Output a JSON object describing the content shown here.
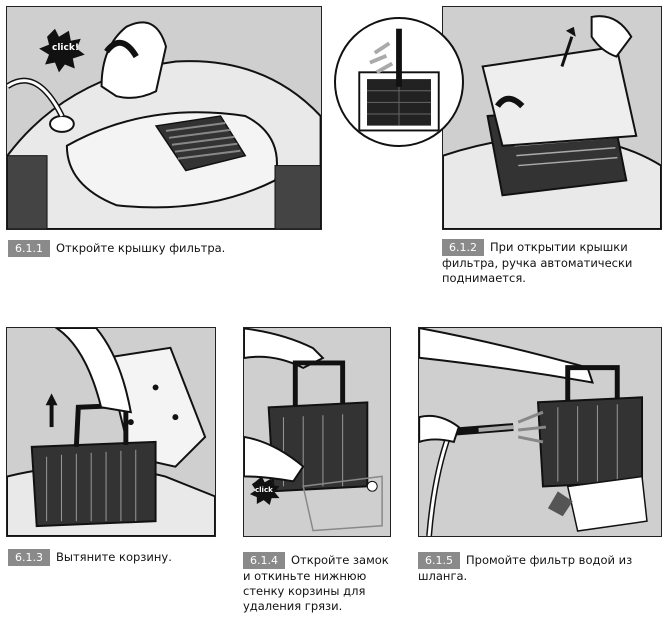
{
  "steps": [
    {
      "number": "6.1.1",
      "text": "Откройте крышку фильтра."
    },
    {
      "number": "6.1.2",
      "text": "При открытии крышки фильтра, ручка автоматически поднимается."
    },
    {
      "number": "6.1.3",
      "text": "Вытяните корзину."
    },
    {
      "number": "6.1.4",
      "text": "Откройте замок и откиньте нижнюю стенку корзины для удаления грязи."
    },
    {
      "number": "6.1.5",
      "text": "Промойте фильтр водой из шланга."
    }
  ],
  "sound_labels": {
    "click_1": "click!",
    "click_2": "click"
  },
  "colors": {
    "panel_bg": "#cfcfcf",
    "badge_bg": "#8a8a8a",
    "line": "#111111"
  }
}
